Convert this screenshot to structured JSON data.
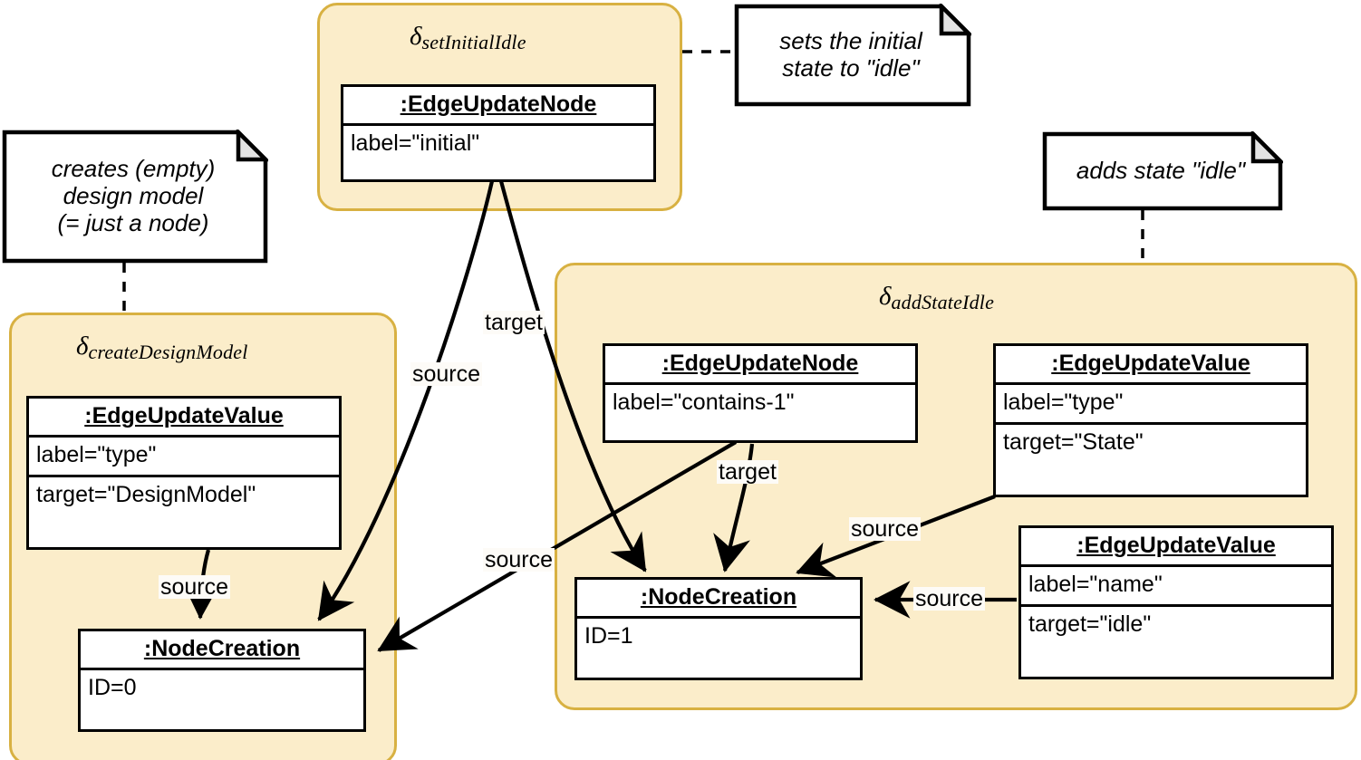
{
  "diagram": {
    "type": "uml-object-diagram",
    "colors": {
      "rule_fill": "#fbedca",
      "rule_border": "#d8b142",
      "box_fill": "#ffffff",
      "line": "#000000",
      "label_bg": "#fdfbf7"
    }
  },
  "rules": [
    {
      "id": "setInitialIdle",
      "delta": "δ",
      "subscript": "setInitialIdle",
      "objects": [
        {
          "id": "eun-initial",
          "header": ":EdgeUpdateNode",
          "attrs": [
            "label=\"initial\""
          ]
        }
      ]
    },
    {
      "id": "createDesignModel",
      "delta": "δ",
      "subscript": "createDesignModel",
      "objects": [
        {
          "id": "euv-type-designmodel",
          "header": ":EdgeUpdateValue",
          "attrs": [
            "label=\"type\"",
            "target=\"DesignModel\""
          ]
        },
        {
          "id": "nc-0",
          "header": ":NodeCreation",
          "attrs": [
            "ID=0"
          ]
        }
      ]
    },
    {
      "id": "addStateIdle",
      "delta": "δ",
      "subscript": "addStateIdle",
      "objects": [
        {
          "id": "eun-contains1",
          "header": ":EdgeUpdateNode",
          "attrs": [
            "label=\"contains-1\""
          ]
        },
        {
          "id": "euv-type-state",
          "header": ":EdgeUpdateValue",
          "attrs": [
            "label=\"type\"",
            "target=\"State\""
          ]
        },
        {
          "id": "euv-name-idle",
          "header": ":EdgeUpdateValue",
          "attrs": [
            "label=\"name\"",
            "target=\"idle\""
          ]
        },
        {
          "id": "nc-1",
          "header": ":NodeCreation",
          "attrs": [
            "ID=1"
          ]
        }
      ]
    }
  ],
  "notes": [
    {
      "id": "note-creates-design-model",
      "lines": [
        "creates (empty)",
        "design model",
        "(= just a node)"
      ]
    },
    {
      "id": "note-sets-initial-state",
      "lines": [
        "sets the initial",
        "state to \"idle\""
      ]
    },
    {
      "id": "note-adds-state-idle",
      "lines": [
        "adds state \"idle\""
      ]
    }
  ],
  "edge_labels": [
    {
      "id": "lbl-target-initial",
      "text": "target"
    },
    {
      "id": "lbl-source-initial",
      "text": "source"
    },
    {
      "id": "lbl-source-designmodel",
      "text": "source"
    },
    {
      "id": "lbl-target-contains1",
      "text": "target"
    },
    {
      "id": "lbl-source-contains1",
      "text": "source"
    },
    {
      "id": "lbl-source-state",
      "text": "source"
    },
    {
      "id": "lbl-source-name",
      "text": "source"
    }
  ]
}
